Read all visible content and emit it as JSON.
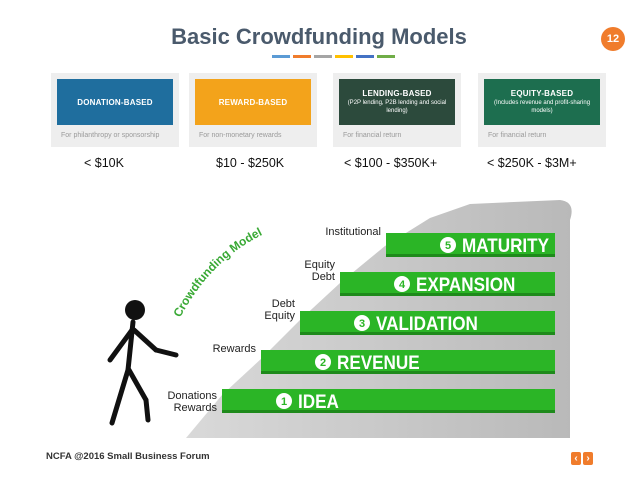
{
  "slide": {
    "title": "Basic Crowdfunding Models",
    "page_number": "12",
    "footer": "NCFA @2016 Small Business Forum",
    "title_bar_colors": [
      "#5b9bd5",
      "#f07c2c",
      "#a5a5a5",
      "#ffc000",
      "#4472c4",
      "#70ad47"
    ],
    "accent": "#f07c2c"
  },
  "models": [
    {
      "name": "DONATION-BASED",
      "sub": "",
      "purpose": "For philanthropy or sponsorship",
      "color": "#1f6e9e",
      "range": "< $10K"
    },
    {
      "name": "REWARD-BASED",
      "sub": "",
      "purpose": "For non-monetary rewards",
      "color": "#f3a31b",
      "range": "$10 - $250K"
    },
    {
      "name": "LENDING-BASED",
      "sub": "(P2P lending, P2B lending and social lending)",
      "purpose": "For financial return",
      "color": "#2c4a3c",
      "range": "< $100 - $350K+"
    },
    {
      "name": "EQUITY-BASED",
      "sub": "(Includes revenue and profit-sharing models)",
      "purpose": "For financial return",
      "color": "#1d6e4f",
      "range": "< $250K - $3M+"
    }
  ],
  "staircase": {
    "curve_label": "Crowdfunding Model",
    "steps": [
      {
        "number": "1",
        "name": "IDEA",
        "funding": [
          "Donations",
          "Rewards"
        ]
      },
      {
        "number": "2",
        "name": "REVENUE",
        "funding": [
          "Rewards"
        ]
      },
      {
        "number": "3",
        "name": "VALIDATION",
        "funding": [
          "Debt",
          "Equity"
        ]
      },
      {
        "number": "4",
        "name": "EXPANSION",
        "funding": [
          "Equity",
          "Debt"
        ]
      },
      {
        "number": "5",
        "name": "MATURITY",
        "funding": [
          "Institutional"
        ]
      }
    ],
    "step_color": "#2bb526",
    "label_color": "#39a935"
  },
  "nav": {
    "prev": "‹",
    "next": "›"
  }
}
